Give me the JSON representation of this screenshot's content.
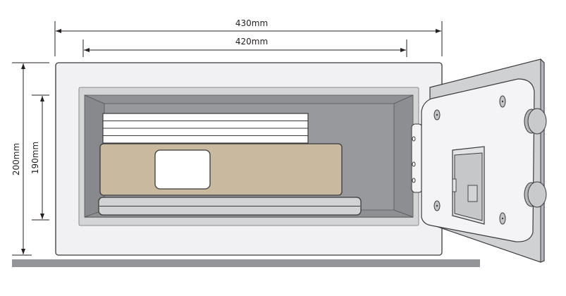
{
  "diagram": {
    "subject": "Electronic laptop safe with open door",
    "dimensions": {
      "outer_width": "430mm",
      "inner_width": "420mm",
      "outer_height": "200mm",
      "inner_height": "190mm"
    },
    "contents": [
      "paper-stack",
      "laptop-sleeve",
      "tray"
    ],
    "colors": {
      "body": "#f1f1f3",
      "interior_frame": "#d4d5d7",
      "interior_cavity": "#98999c",
      "interior_side": "#88898c",
      "laptop": "#c8b99f",
      "paper": "#ffffff",
      "tray": "#d2d3d5",
      "door_plate": "#d0d1d3",
      "door_panel": "#f4f4f6",
      "keypad": "#c6c7c9",
      "floor": "#939598",
      "ink": "#231f20"
    }
  }
}
